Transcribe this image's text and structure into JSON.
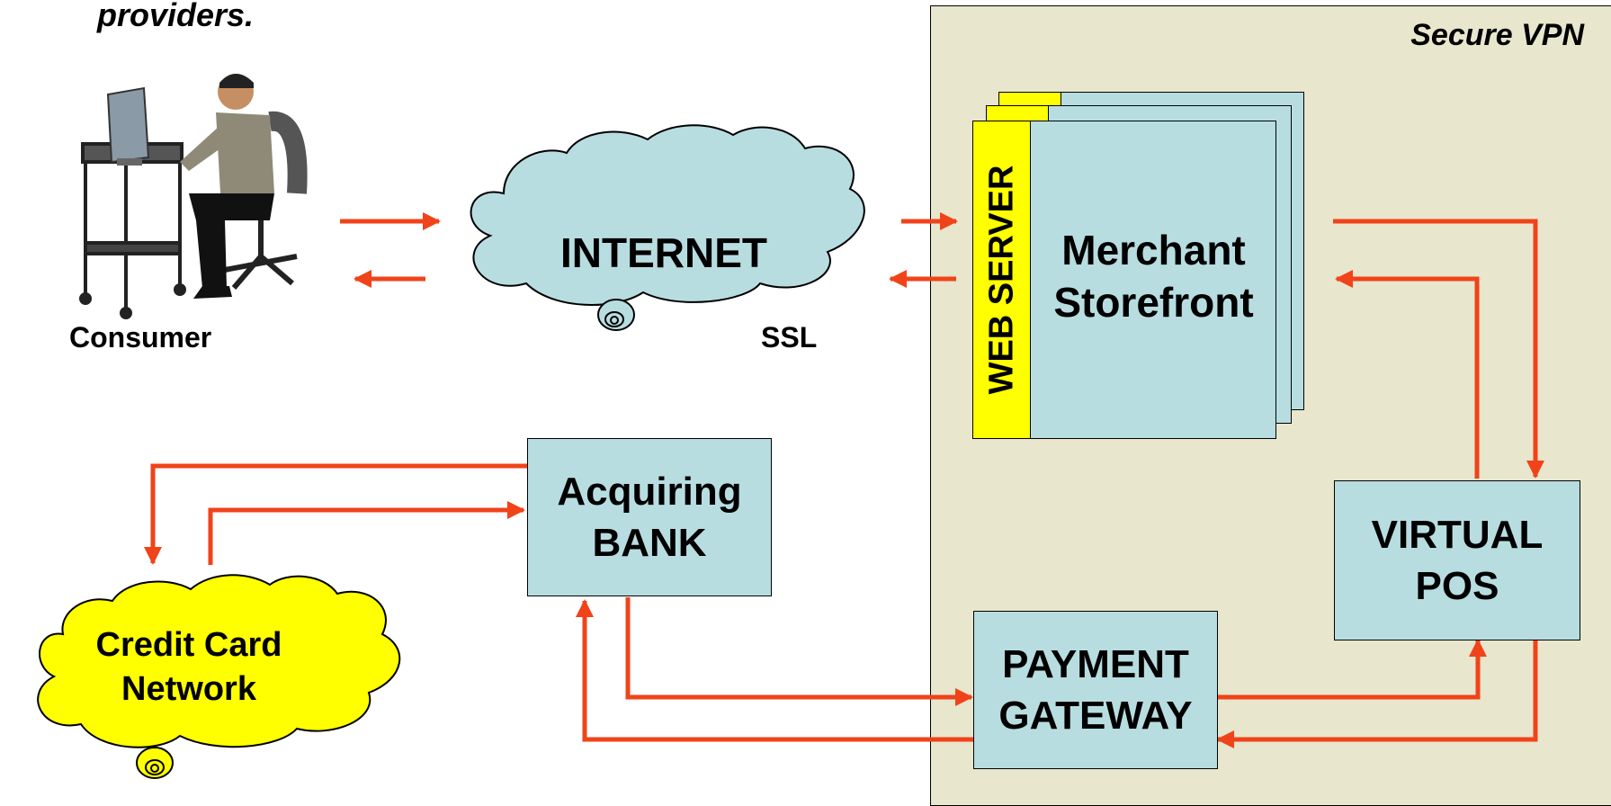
{
  "caption_fragment": "providers.",
  "vpn_label": "Secure VPN",
  "consumer_label": "Consumer",
  "internet_label": "INTERNET",
  "ssl_label": "SSL",
  "web_server_label": "WEB SERVER",
  "merchant": {
    "line1": "Merchant",
    "line2": "Storefront"
  },
  "acquiring": {
    "line1": "Acquiring",
    "line2": "BANK"
  },
  "virtual_pos": {
    "line1": "VIRTUAL",
    "line2": "POS"
  },
  "payment_gateway": {
    "line1": "PAYMENT",
    "line2": "GATEWAY"
  },
  "credit_card": {
    "line1": "Credit Card",
    "line2": "Network"
  },
  "colors": {
    "arrow": "#f0431a",
    "box_fill": "#b8dde1",
    "vpn_fill": "#e8e6cc",
    "web_server_bar": "#ffff00",
    "credit_cloud": "#ffff00",
    "internet_cloud": "#b8dde1"
  },
  "icons": [
    "consumer-at-computer-illustration"
  ]
}
